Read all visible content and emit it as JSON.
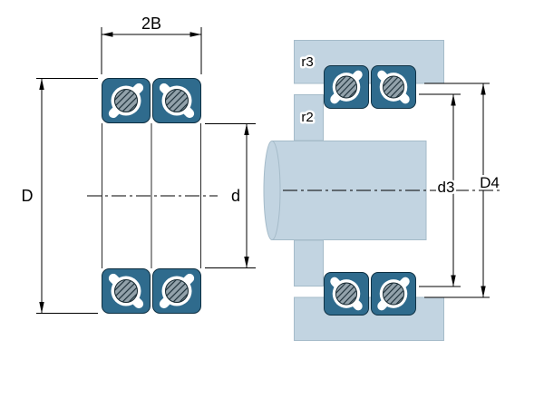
{
  "diagram": {
    "type": "bearing-technical-drawing",
    "description": "Cross-section of a matched pair of angular contact ball bearings (left) with mounting arrangement on shaft and in housing (right)",
    "labels": {
      "width_pair": "2B",
      "outer_diameter": "D",
      "bore_diameter": "d",
      "housing_fillet": "r3",
      "shaft_fillet": "r2",
      "shaft_abutment_diameter": "d3",
      "housing_abutment_diameter": "D4"
    },
    "colors": {
      "ring_fill": "#2f6b8d",
      "component_fill": "#c2d4e1",
      "ball_fill": "#93a2ab",
      "line": "#000000",
      "background": "#ffffff"
    }
  }
}
